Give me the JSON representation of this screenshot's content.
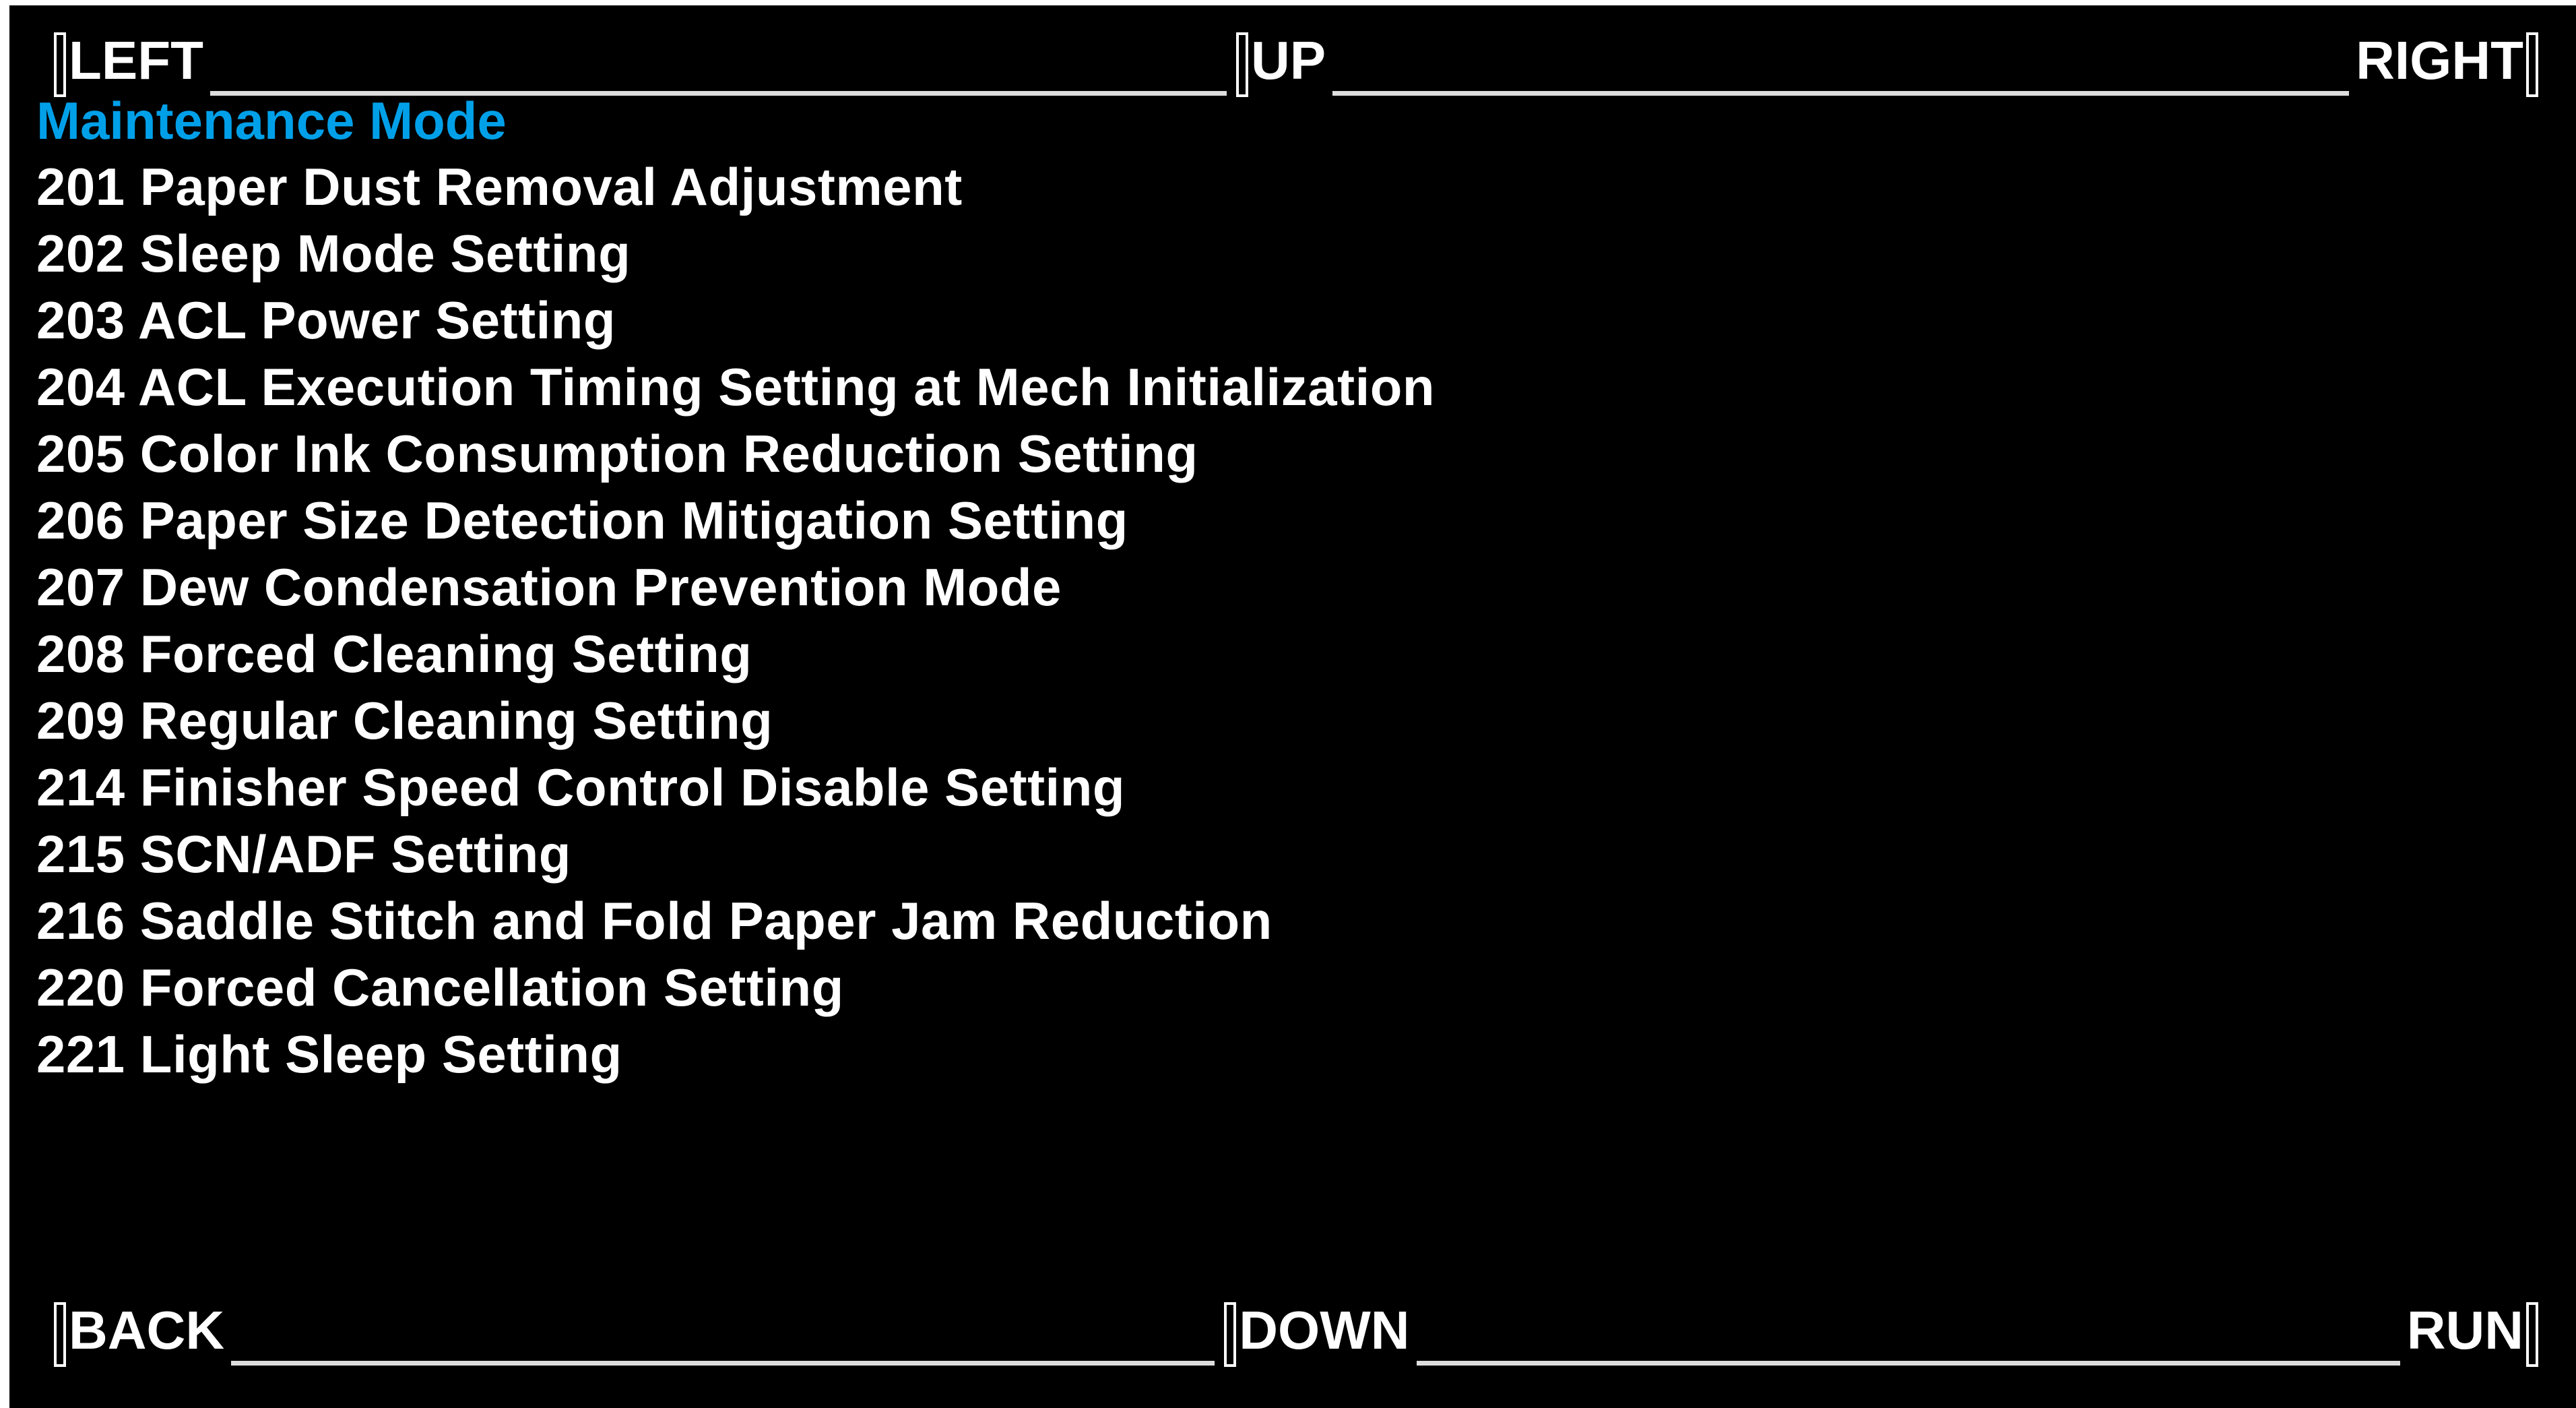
{
  "nav_top": {
    "left": "LEFT",
    "up": "UP",
    "right": "RIGHT"
  },
  "nav_bottom": {
    "back": "BACK",
    "down": "DOWN",
    "run": "RUN"
  },
  "title": "Maintenance Mode",
  "colors": {
    "title": "#00a0e9",
    "background": "#000000",
    "text": "#ffffff"
  },
  "items": [
    "201 Paper Dust Removal Adjustment",
    "202 Sleep Mode Setting",
    "203 ACL Power Setting",
    "204 ACL Execution Timing Setting at Mech Initialization",
    "205 Color Ink Consumption Reduction Setting",
    "206 Paper Size Detection Mitigation Setting",
    "207 Dew Condensation Prevention Mode",
    "208 Forced Cleaning Setting",
    "209 Regular Cleaning Setting",
    "214 Finisher Speed Control Disable Setting",
    "215 SCN/ADF Setting",
    "216 Saddle Stitch and Fold Paper Jam Reduction",
    "220 Forced Cancellation Setting",
    "221 Light Sleep Setting"
  ]
}
